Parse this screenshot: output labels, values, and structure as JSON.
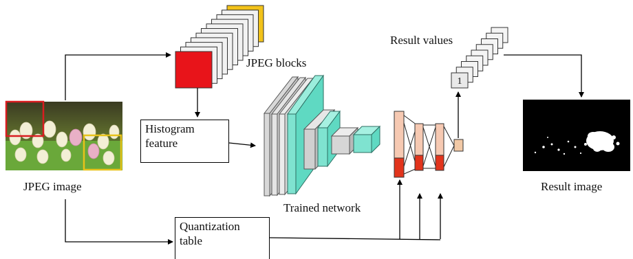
{
  "labels": {
    "jpeg_blocks": "JPEG blocks",
    "result_values": "Result values",
    "histogram_line1": "Histogram",
    "histogram_line2": "feature",
    "jpeg_image": "JPEG image",
    "trained_network": "Trained network",
    "result_image": "Result image",
    "quantization_line1": "Quantization",
    "quantization_line2": "table",
    "result_value_digit": "1"
  },
  "colors": {
    "block_highlight": "#e8141a",
    "block_last": "#f2c21a",
    "conv_teal": "#5fd9c2",
    "conv_gray": "#c8c8c8",
    "fc_peach": "#f6c9b2",
    "fc_red": "#e2341c",
    "output_node": "#f2c9a6"
  }
}
